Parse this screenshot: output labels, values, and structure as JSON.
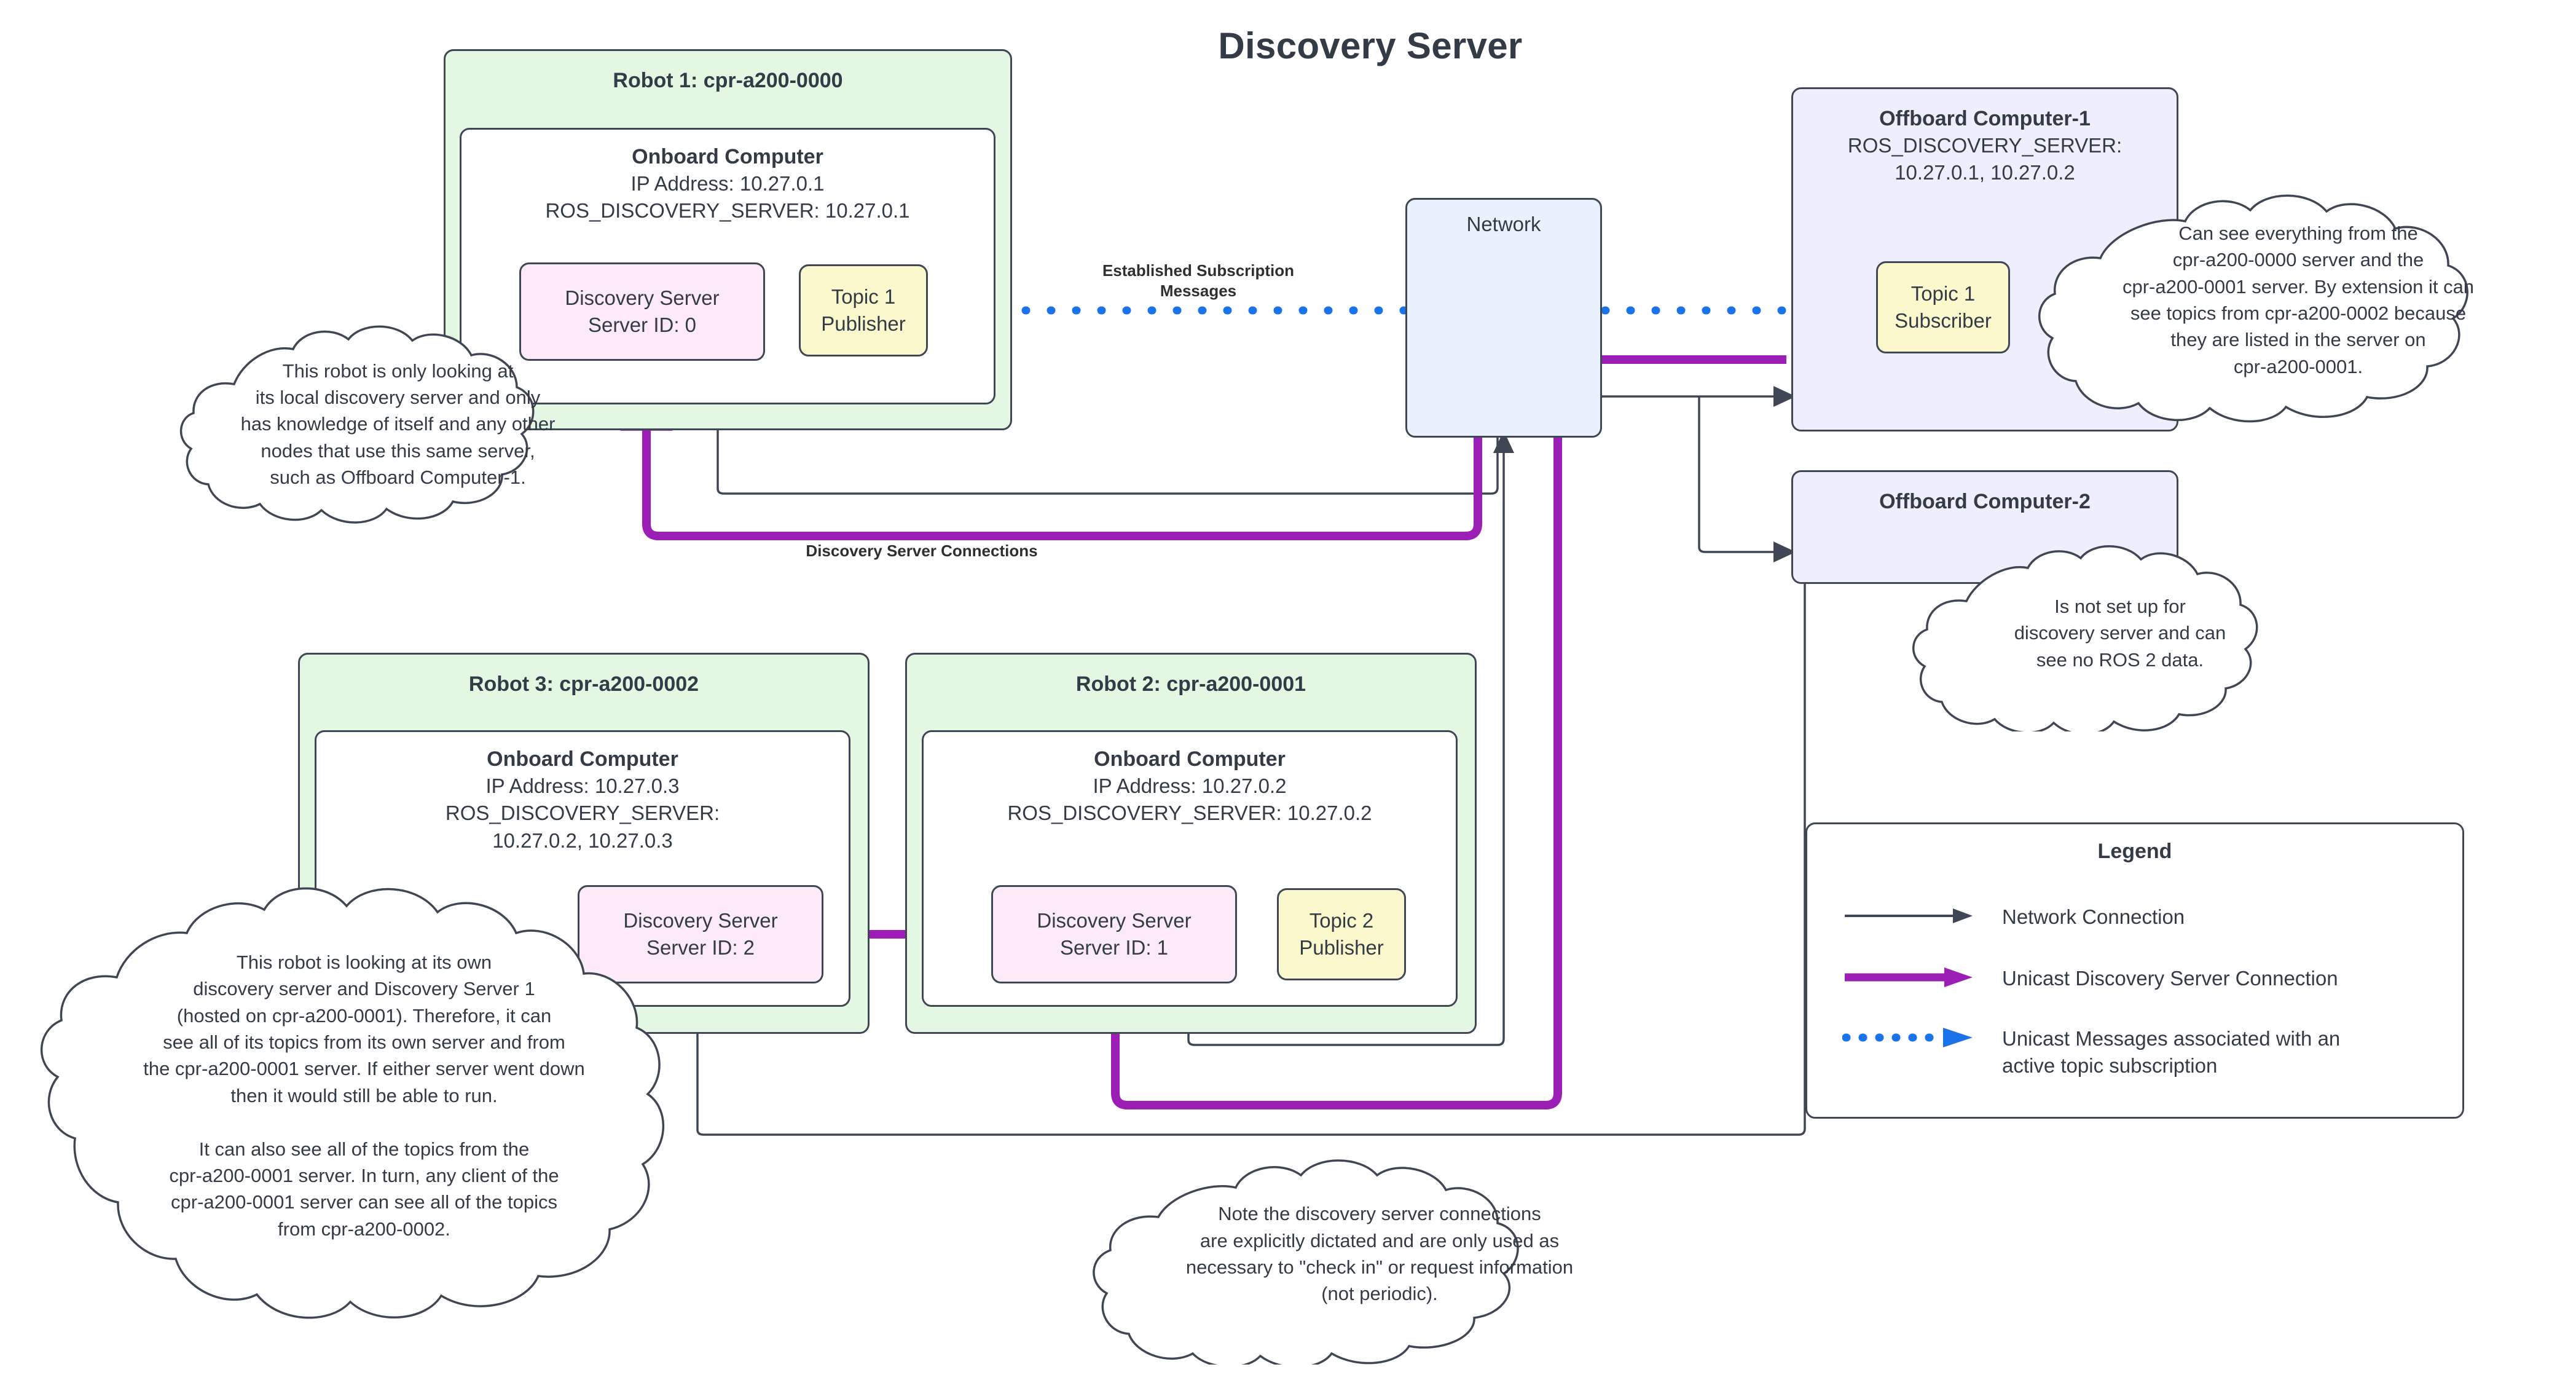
{
  "title": "Discovery Server",
  "robot1": {
    "header": "Robot 1: cpr-a200-0000",
    "onboard_header": "Onboard Computer",
    "onboard_lines": "IP Address: 10.27.0.1\nROS_DISCOVERY_SERVER: 10.27.0.1",
    "discovery_server": "Discovery Server\nServer ID: 0",
    "topic": "Topic 1\nPublisher"
  },
  "robot2": {
    "header": "Robot 2: cpr-a200-0001",
    "onboard_header": "Onboard Computer",
    "onboard_lines": "IP Address: 10.27.0.2\nROS_DISCOVERY_SERVER: 10.27.0.2",
    "discovery_server": "Discovery Server\nServer ID: 1",
    "topic": "Topic 2\nPublisher"
  },
  "robot3": {
    "header": "Robot 3: cpr-a200-0002",
    "onboard_header": "Onboard Computer",
    "onboard_lines": "IP Address: 10.27.0.3\nROS_DISCOVERY_SERVER:\n10.27.0.2, 10.27.0.3",
    "discovery_server": "Discovery Server\nServer ID: 2"
  },
  "network": {
    "label": "Network"
  },
  "offboard1": {
    "header": "Offboard Computer-1",
    "lines": "ROS_DISCOVERY_SERVER:\n10.27.0.1, 10.27.0.2",
    "topic": "Topic 1\nSubscriber"
  },
  "offboard2": {
    "header": "Offboard Computer-2"
  },
  "edges": {
    "subscription": "Established Subscription\nMessages",
    "discovery": "Discovery Server Connections"
  },
  "clouds": {
    "robot1": "This robot is only looking at\nits local discovery server and only\nhas knowledge of itself and any other\nnodes that use this same server,\nsuch as Offboard Computer-1.",
    "offboard1": "Can see everything from the\ncpr-a200-0000 server and the\ncpr-a200-0001 server. By extension it can\nsee topics from cpr-a200-0002 because\nthey are listed in the server on\ncpr-a200-0001.",
    "offboard2": "Is not set up for\ndiscovery server and can\nsee no ROS 2 data.",
    "robot3": "This robot is looking at its own\ndiscovery server and Discovery Server 1\n(hosted on cpr-a200-0001). Therefore, it can\nsee all of its topics from its own server and from\nthe cpr-a200-0001 server. If either server went down\nthen it would still be able to run.\n\nIt can also see all of the topics from the\ncpr-a200-0001 server. In turn, any client of the\ncpr-a200-0001 server can see all of the topics\nfrom cpr-a200-0002.",
    "note": "Note the discovery server connections\nare explicitly dictated and are only used as\nnecessary to \"check in\" or request information\n(not periodic)."
  },
  "legend": {
    "title": "Legend",
    "items": [
      {
        "label": "Network Connection",
        "kind": "thin-arrow",
        "color": "#3f4654"
      },
      {
        "label": "Unicast Discovery Server Connection",
        "kind": "thick-arrow",
        "color": "#9c1fb5"
      },
      {
        "label": "Unicast Messages associated with an\nactive topic subscription",
        "kind": "dotted-arrow",
        "color": "#1a73e8"
      }
    ]
  },
  "colors": {
    "stroke": "#3f4654",
    "robot_fill": "#e3f7e3",
    "onboard_fill": "#ffffff",
    "discovery_fill": "#fcebf6",
    "topic_fill": "#fbf8cd",
    "offboard_fill": "#eeeefc",
    "network_fill": "#e9f1fc",
    "purple": "#9c1fb5",
    "blue": "#1a73e8"
  }
}
